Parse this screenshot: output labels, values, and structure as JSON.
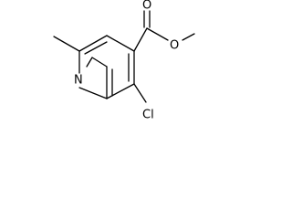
{
  "molecule": {
    "atoms": {
      "nitrogen": "N",
      "chlorine": "Cl",
      "carbonyl_oxygen": "O",
      "ester_oxygen": "O"
    },
    "colors": {
      "ink": "#000000",
      "background": "#ffffff"
    }
  }
}
